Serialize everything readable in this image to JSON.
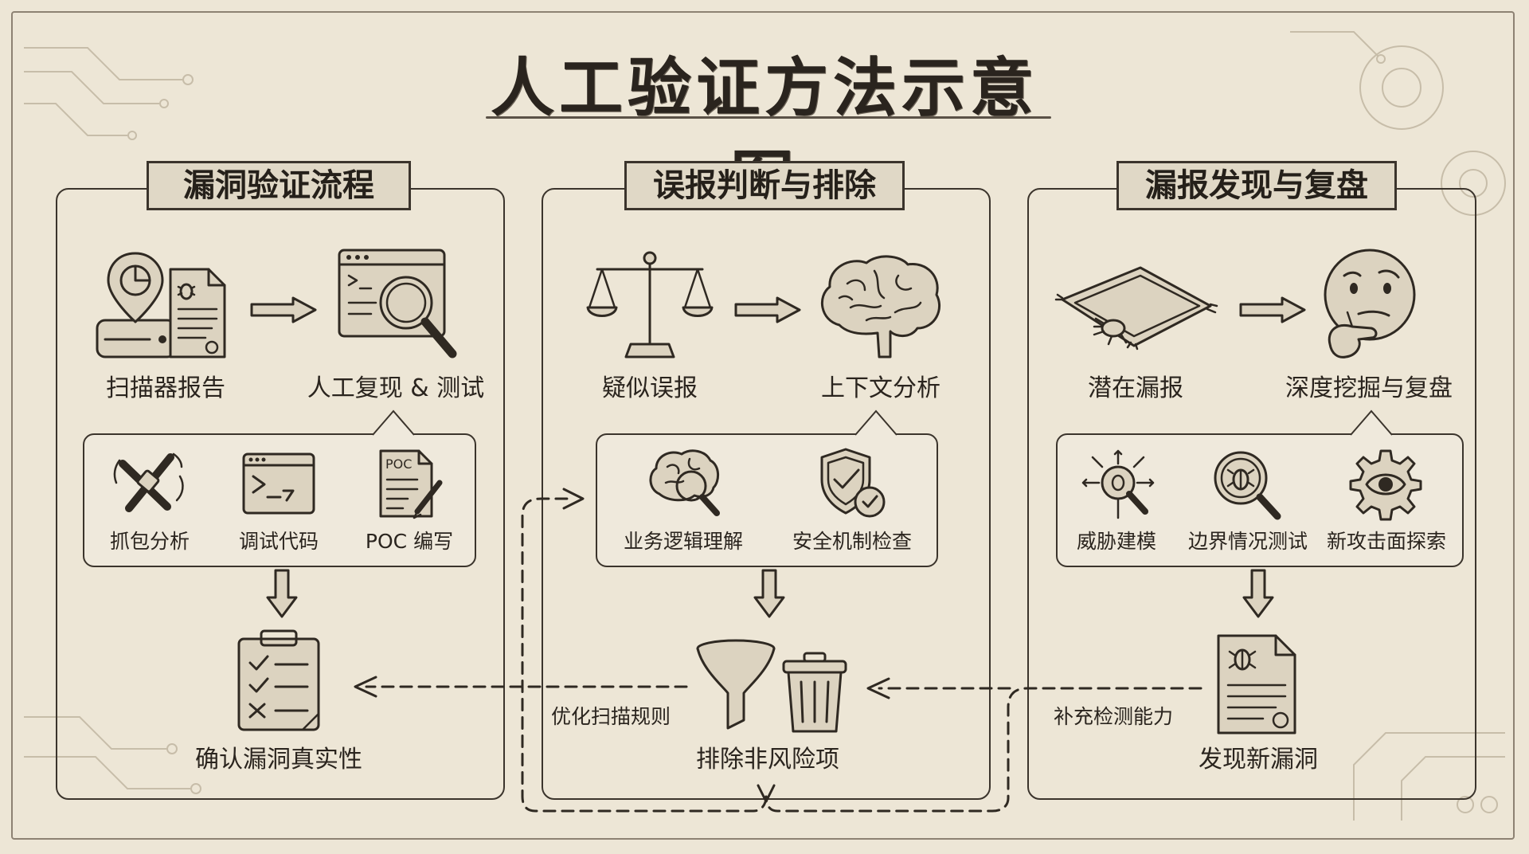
{
  "title": "人工验证方法示意图",
  "panels": {
    "left": {
      "title": "漏洞验证流程",
      "step1": "扫描器报告",
      "step2": "人工复现 & 测试",
      "tools": [
        "抓包分析",
        "调试代码",
        "POC 编写"
      ],
      "result": "确认漏洞真实性"
    },
    "middle": {
      "title": "误报判断与排除",
      "step1": "疑似误报",
      "step2": "上下文分析",
      "tools": [
        "业务逻辑理解",
        "安全机制检查"
      ],
      "result": "排除非风险项"
    },
    "right": {
      "title": "漏报发现与复盘",
      "step1": "潜在漏报",
      "step2": "深度挖掘与复盘",
      "tools": [
        "威胁建模",
        "边界情况测试",
        "新攻击面探索"
      ],
      "result": "发现新漏洞"
    }
  },
  "feedback": {
    "optimize_label": "优化扫描规则",
    "supplement_label": "补充检测能力"
  },
  "colors": {
    "background": "#ede6d6",
    "ink": "#2f2922",
    "title_box": "#e0d8c6"
  }
}
